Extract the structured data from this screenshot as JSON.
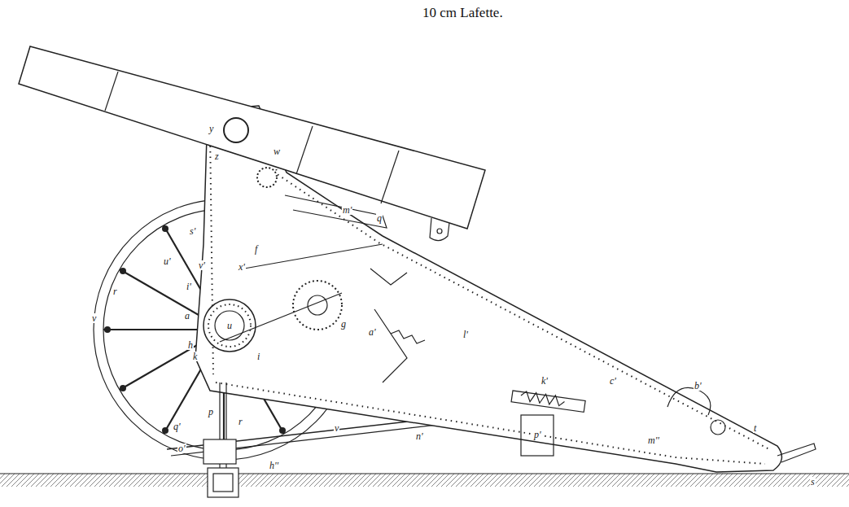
{
  "diagram": {
    "title": "10 cm Lafette.",
    "labels": [
      "y",
      "w",
      "z",
      "m'",
      "q",
      "s'",
      "u'",
      "v'",
      "i'",
      "x'",
      "f",
      "a",
      "u",
      "g",
      "h",
      "v",
      "r",
      "k",
      "i",
      "p",
      "r",
      "v",
      "o'",
      "q'",
      "n'",
      "h''",
      "a'",
      "l'",
      "k'",
      "p'",
      "c'",
      "b'",
      "m''",
      "t",
      "s"
    ]
  }
}
